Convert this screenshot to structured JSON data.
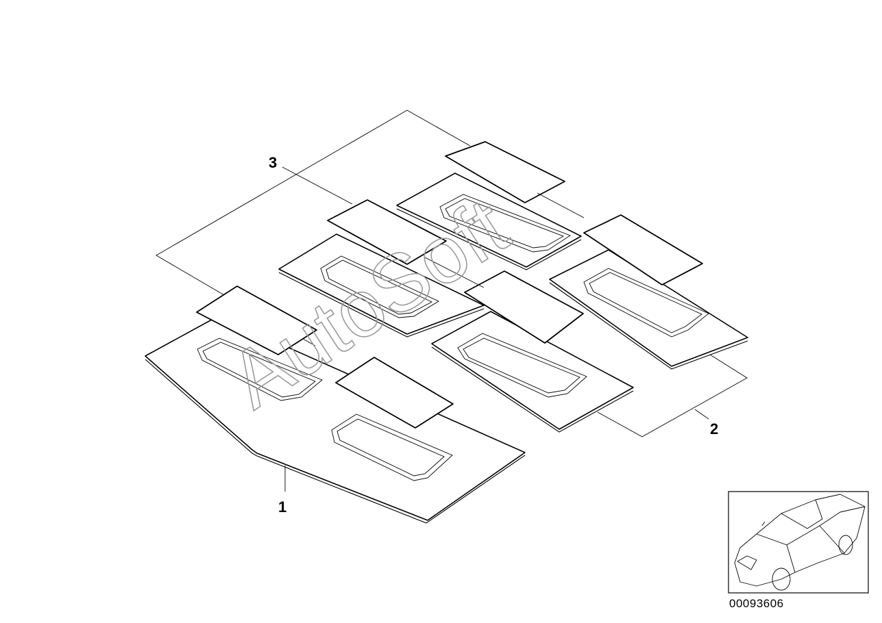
{
  "callouts": {
    "part_1": "1",
    "part_2": "2",
    "part_3": "3"
  },
  "watermark": "AutoSoft",
  "diagram_code": "00093606",
  "icons": [
    "car-thumbnail-icon"
  ]
}
